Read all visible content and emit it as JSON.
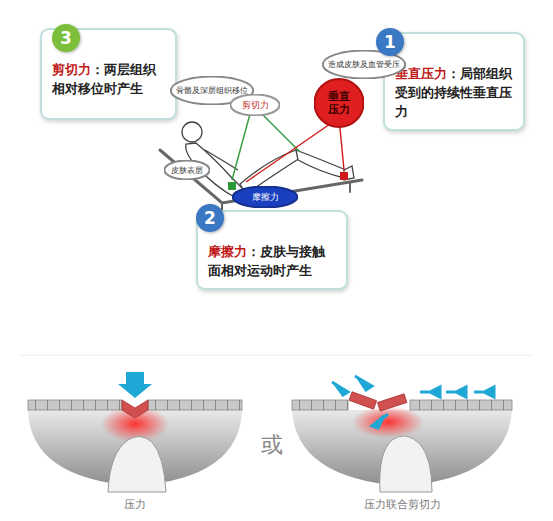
{
  "diagram": {
    "nodes": [
      {
        "text": [
          "剪切力",
          "：两层组织相对移位时产生"
        ]
      },
      {
        "text": [
          "垂直压力",
          "：局部组织受到的持续性垂直压力"
        ]
      },
      {
        "text": [
          "骨骼及深层组织移位"
        ]
      },
      {
        "text": [
          "剪切力"
        ]
      },
      {
        "text": [
          "垂直压力"
        ]
      },
      {
        "text": [
          "造成皮肤及血管受压"
        ]
      },
      {
        "text": [
          "皮肤表层"
        ]
      },
      {
        "text": [
          "摩擦力"
        ]
      },
      {
        "text": [
          "摩擦力",
          "：皮肤与接触面相对运动时产生"
        ]
      }
    ],
    "labels": [
      "3",
      "1",
      "2",
      "或",
      "压力",
      "压力联合剪切力"
    ]
  }
}
